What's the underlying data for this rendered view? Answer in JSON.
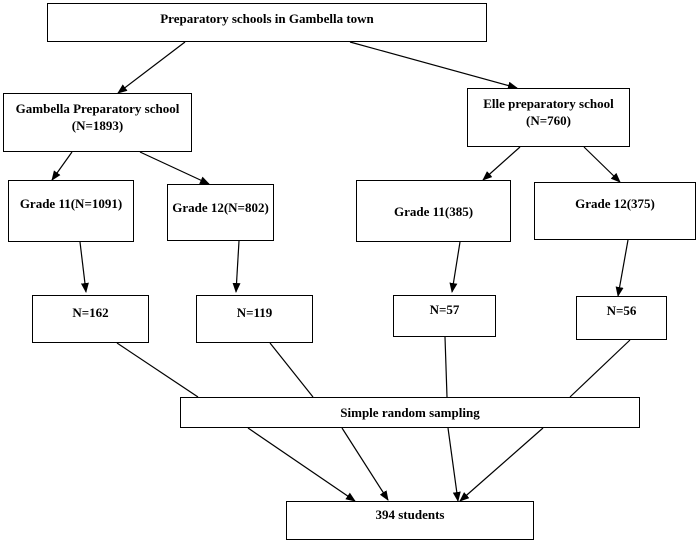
{
  "nodes": {
    "root": "Preparatory  schools in Gambella town",
    "gambella_line1": "Gambella Preparatory  school",
    "gambella_line2": "(N=1893)",
    "elle_line1": "Elle preparatory school",
    "elle_line2": "(N=760)",
    "g11_gambella": "Grade  11(N=1091)",
    "g12_gambella": "Grade  12(N=802)",
    "g11_elle": "Grade  11(385)",
    "g12_elle": "Grade  12(375)",
    "n162": "N=162",
    "n119": "N=119",
    "n57": "N=57",
    "n56": "N=56",
    "sampling": "Simple  random  sampling",
    "students": "394 students"
  }
}
